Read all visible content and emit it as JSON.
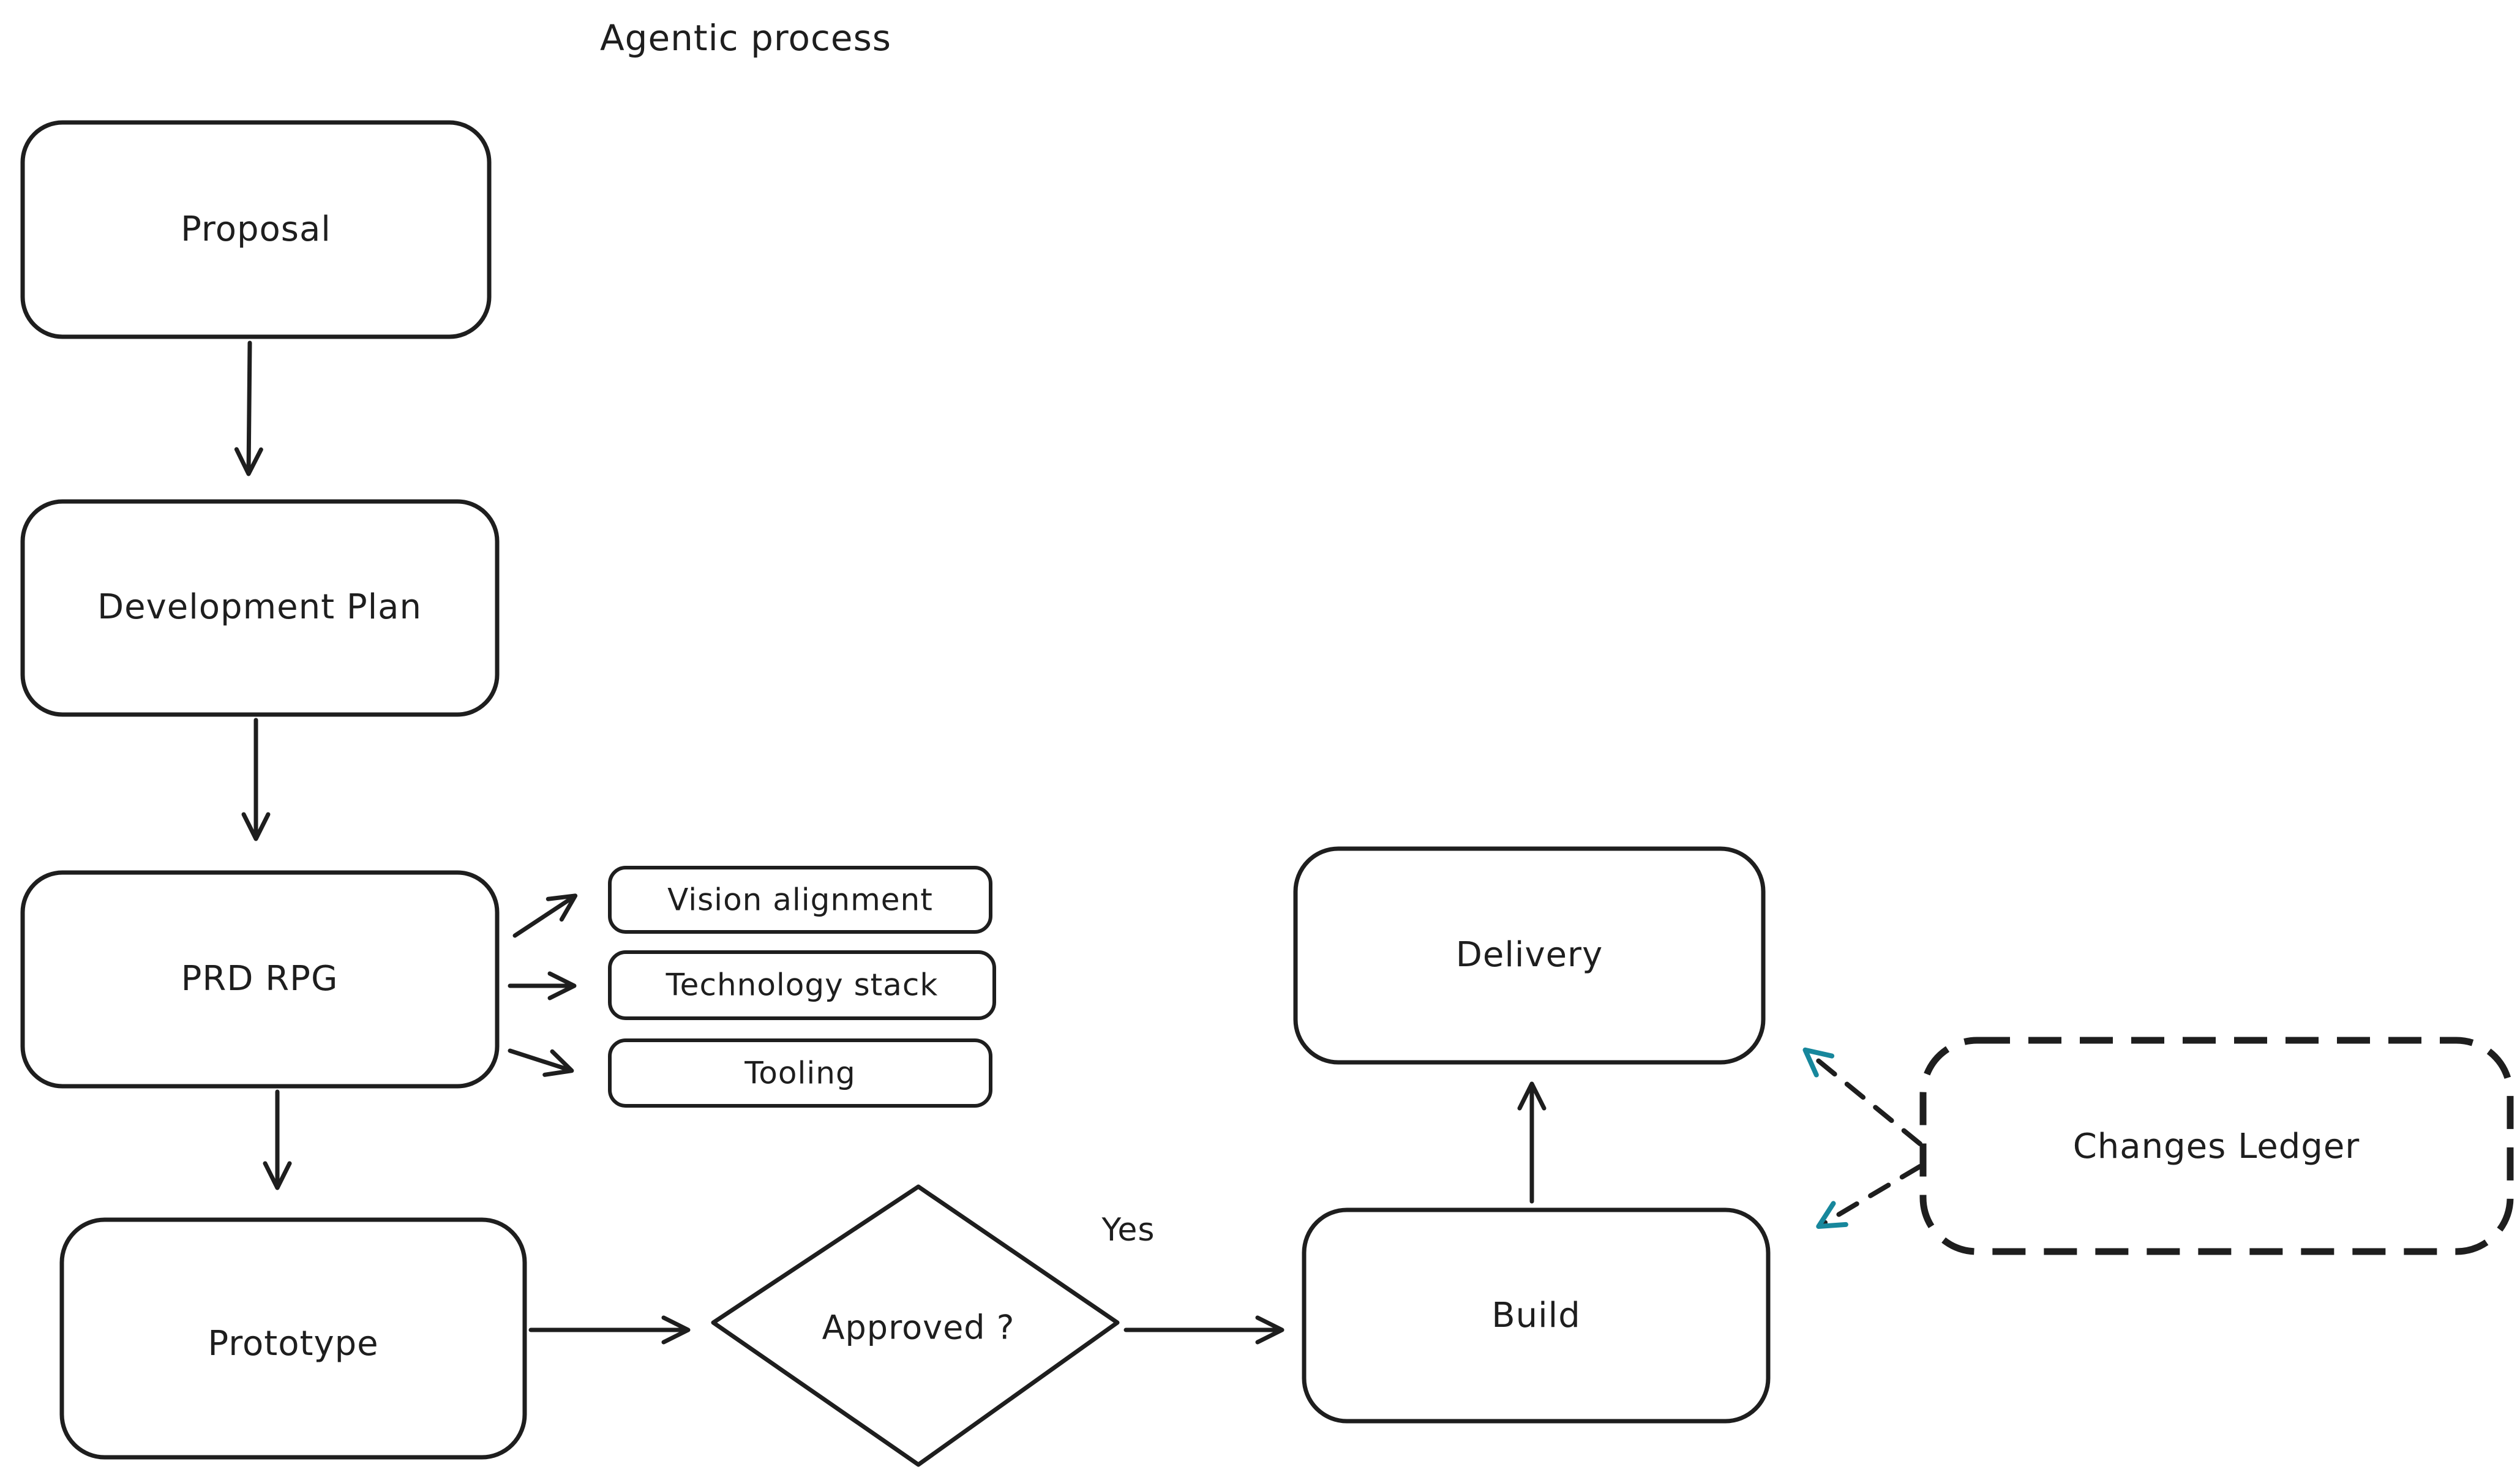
{
  "canvas": {
    "title": "Agentic process",
    "background": "#ffffff"
  },
  "colors": {
    "stroke": "#1e1e1e",
    "accent_teal": "#17879c",
    "ledger_fill": "#fcc7c4",
    "node_fill": "#ffffff"
  },
  "nodes": {
    "proposal": {
      "label": "Proposal"
    },
    "development_plan": {
      "label": "Development Plan"
    },
    "prd_rpg": {
      "label": "PRD RPG"
    },
    "vision_alignment": {
      "label": "Vision alignment"
    },
    "technology_stack": {
      "label": "Technology stack"
    },
    "tooling": {
      "label": "Tooling"
    },
    "prototype": {
      "label": "Prototype"
    },
    "approved": {
      "label": "Approved ?"
    },
    "build": {
      "label": "Build"
    },
    "delivery": {
      "label": "Delivery"
    },
    "changes_ledger": {
      "label": "Changes Ledger"
    }
  },
  "edges": [
    {
      "from": "proposal",
      "to": "development_plan",
      "style": "solid"
    },
    {
      "from": "development_plan",
      "to": "prd_rpg",
      "style": "solid"
    },
    {
      "from": "prd_rpg",
      "to": "vision_alignment",
      "style": "solid"
    },
    {
      "from": "prd_rpg",
      "to": "technology_stack",
      "style": "solid"
    },
    {
      "from": "prd_rpg",
      "to": "tooling",
      "style": "solid"
    },
    {
      "from": "prd_rpg",
      "to": "prototype",
      "style": "solid"
    },
    {
      "from": "prototype",
      "to": "approved",
      "style": "solid"
    },
    {
      "from": "approved",
      "to": "build",
      "style": "solid",
      "label": "Yes"
    },
    {
      "from": "build",
      "to": "delivery",
      "style": "solid"
    },
    {
      "from": "changes_ledger",
      "to": "delivery",
      "style": "dashed-teal"
    },
    {
      "from": "changes_ledger",
      "to": "build",
      "style": "dashed-teal"
    }
  ]
}
